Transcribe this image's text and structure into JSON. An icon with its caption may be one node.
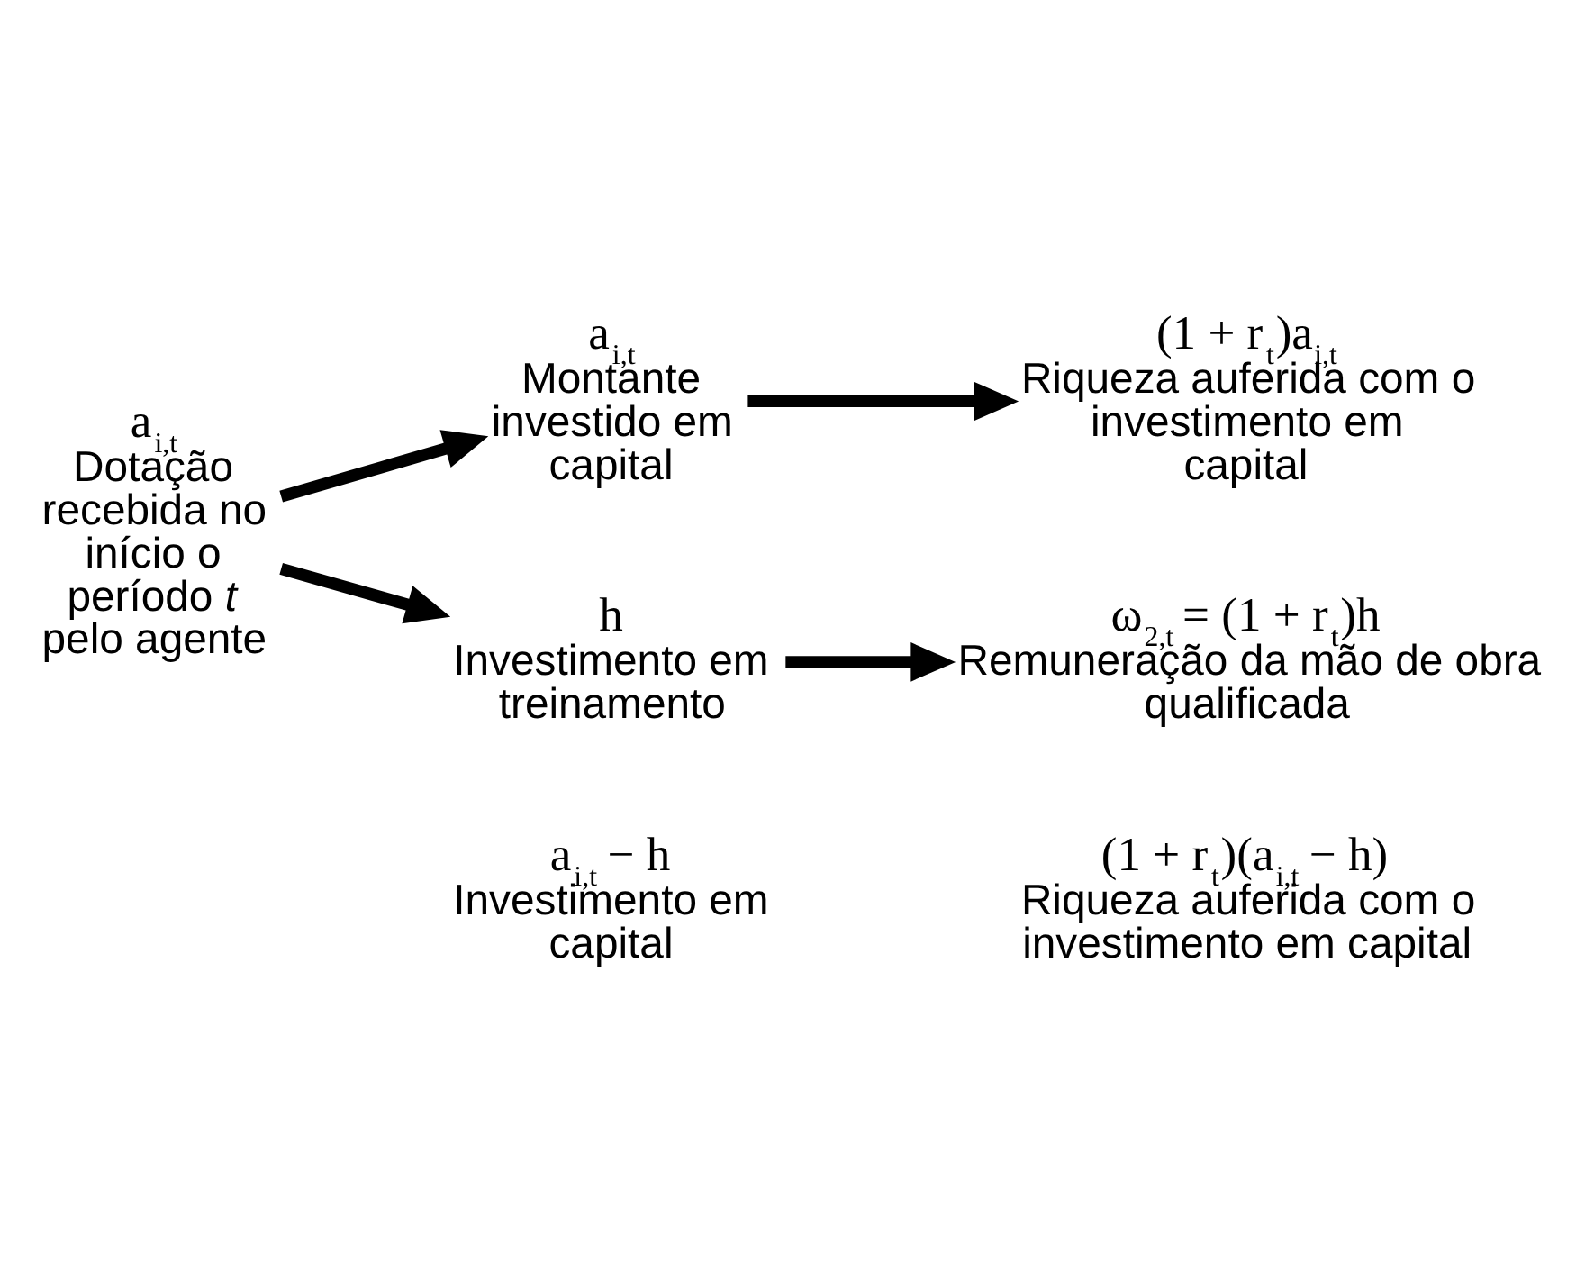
{
  "diagram": {
    "nodes": [
      {
        "text": [
          "a$_{i,t}$",
          "Dotação recebida no início o período *t* pelo agente"
        ]
      },
      {
        "text": [
          "a$_{i,t}$",
          "Montante investido em capital"
        ]
      },
      {
        "text": [
          "(1 + r$_{t}$)a$_{i,t}$",
          "Riqueza auferida com o investimento em capital"
        ]
      },
      {
        "text": [
          "h",
          "Investimento em treinamento"
        ]
      },
      {
        "text": [
          "ω$_{2,t}$ = (1 + r$_{t}$)h",
          "Remuneração da mão de obra qualificada"
        ]
      },
      {
        "text": [
          "a$_{i,t}$ − h",
          "Investimento em capital"
        ]
      },
      {
        "text": [
          "(1 + r$_{t}$)(a$_{i,t}$ − h)",
          "Riqueza auferida com o investimento em capital"
        ]
      }
    ],
    "edges": [
      {
        "from": 0,
        "to": 1,
        "arrow": "to"
      },
      {
        "from": 0,
        "to": 3,
        "arrow": "to"
      },
      {
        "from": 1,
        "to": 2,
        "arrow": "to"
      },
      {
        "from": 3,
        "to": 4,
        "arrow": "to"
      }
    ]
  }
}
